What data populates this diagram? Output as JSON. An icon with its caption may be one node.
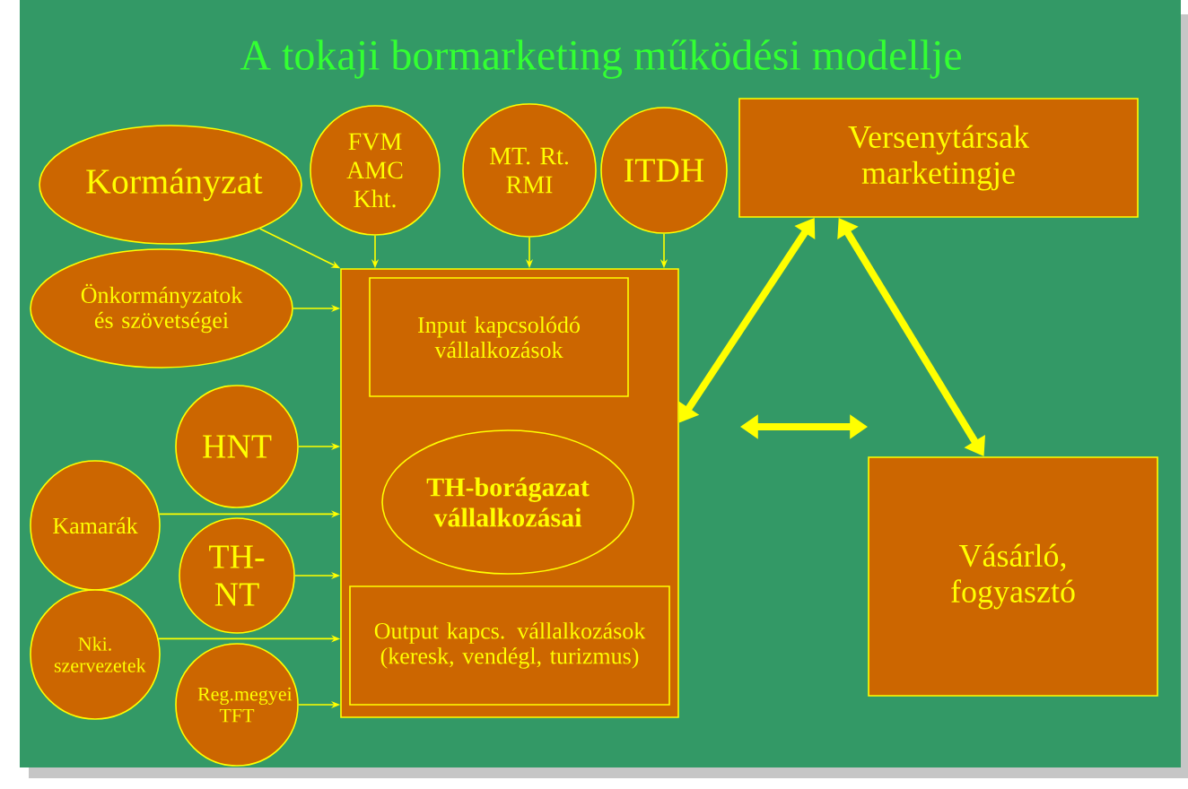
{
  "diagram": {
    "title": "A tokaji bormarketing működési modellje",
    "nodes": [
      {
        "text": [
          "Kormányzat"
        ]
      },
      {
        "text": [
          "FVM AMC Kht."
        ]
      },
      {
        "text": [
          "MT. Rt. RMI"
        ]
      },
      {
        "text": [
          "ITDH"
        ]
      },
      {
        "text": [
          "Versenytársak marketingje"
        ]
      },
      {
        "text": [
          "Önkormányzatok és szövetségei"
        ]
      },
      {
        "text": [],
        "shape": "box"
      },
      {
        "text": [
          "Input kapcsolódó vállalkozások"
        ],
        "in": 6
      },
      {
        "text": [
          "HNT"
        ]
      },
      {
        "text": [
          "TH-borágazat vállalkozásai"
        ],
        "in": 6
      },
      {
        "text": [
          "Kamarák"
        ]
      },
      {
        "text": [
          "TH-NT"
        ]
      },
      {
        "text": [
          "Output kapcs. vállalkozások (keresk, vendégl, turizmus)"
        ],
        "in": 6
      },
      {
        "text": [
          "Nki. szervezetek"
        ]
      },
      {
        "text": [
          "Reg.megyei TFT"
        ]
      },
      {
        "text": [
          "Vásárló, fogyasztó"
        ]
      }
    ],
    "edges": [
      {
        "from": 0,
        "to": 6,
        "arrow": "to"
      },
      {
        "from": 1,
        "to": 6,
        "arrow": "to"
      },
      {
        "from": 2,
        "to": 6,
        "arrow": "to"
      },
      {
        "from": 3,
        "to": 6,
        "arrow": "to"
      },
      {
        "from": 5,
        "to": 6,
        "arrow": "to"
      },
      {
        "from": 8,
        "to": 6,
        "arrow": "to"
      },
      {
        "from": 10,
        "to": 6,
        "arrow": "to"
      },
      {
        "from": 11,
        "to": 6,
        "arrow": "to"
      },
      {
        "from": 13,
        "to": 6,
        "arrow": "to"
      },
      {
        "from": 14,
        "to": 6,
        "arrow": "to"
      },
      {
        "from": 6,
        "to": 4,
        "arrow": "both",
        "style": "thick"
      },
      {
        "from": 4,
        "to": 15,
        "arrow": "both",
        "style": "thick"
      },
      {
        "from": 6,
        "to": 15,
        "arrow": "both",
        "style": "thick"
      }
    ]
  }
}
